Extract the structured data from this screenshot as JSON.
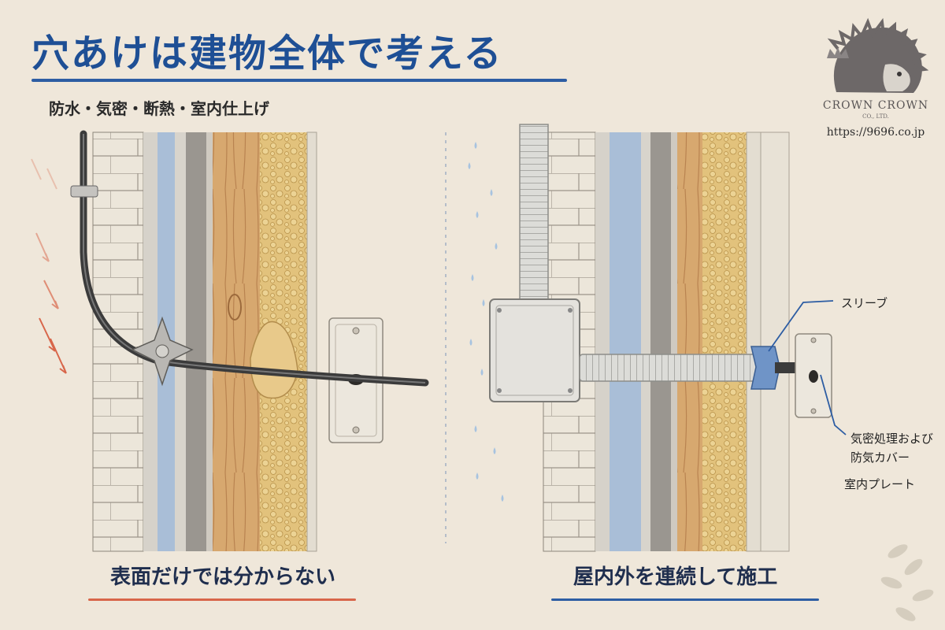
{
  "title": "穴あけは建物全体で考える",
  "subtitle": "防水・気密・断熱・室内仕上げ",
  "brand": {
    "name": "CROWN CROWN",
    "sub": "CO., LTD.",
    "url": "https://9696.co.jp",
    "icon": "hedgehog-crown-icon"
  },
  "left_panel": {
    "caption": "表面だけでは分からない"
  },
  "right_panel": {
    "caption": "屋内外を連続して施工",
    "labels": {
      "sleeve": "スリーブ",
      "seal_line1": "気密処理および",
      "seal_line2": "防気カバー",
      "plate": "室内プレート"
    }
  },
  "colors": {
    "title": "#1e4f95",
    "accent_red": "#d8664a",
    "accent_blue": "#2d5da3",
    "background": "#efe7da",
    "wood": "#d7a86f",
    "insulation": "#e2c27c"
  }
}
